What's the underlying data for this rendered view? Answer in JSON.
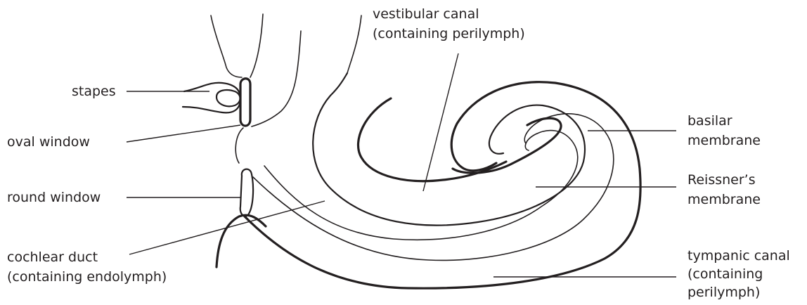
{
  "labels": {
    "vestibular_canal": {
      "line1": "vestibular canal",
      "line2": "(containing perilymph)"
    },
    "stapes": "stapes",
    "oval_window": "oval window",
    "round_window": "round window",
    "cochlear_duct": {
      "line1": "cochlear duct",
      "line2": "(containing endolymph)"
    },
    "basilar_membrane": {
      "line1": "basilar",
      "line2": "membrane"
    },
    "reissners_membrane": {
      "line1": "Reissner’s",
      "line2": "membrane"
    },
    "tympanic_canal": {
      "line1": "tympanic canal",
      "line2": "(containing",
      "line3": "perilymph)"
    }
  },
  "colors": {
    "ink": "#231f20",
    "background": "#ffffff"
  }
}
